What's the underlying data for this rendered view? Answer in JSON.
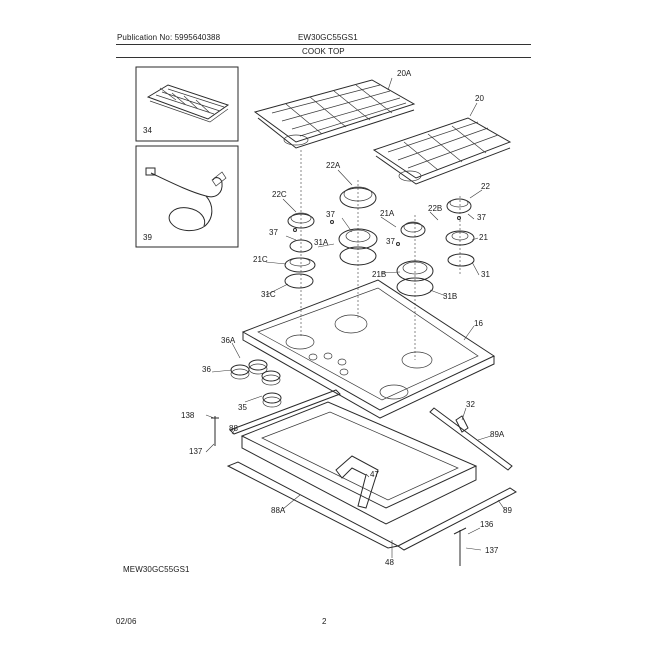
{
  "header": {
    "publication": "Publication No: 5995640388",
    "model": "EW30GC55GS1",
    "section": "COOK TOP"
  },
  "footer": {
    "model_code": "MEW30GC55GS1",
    "date": "02/06",
    "page": "2"
  },
  "callouts": {
    "c34": "34",
    "c39": "39",
    "c20a": "20A",
    "c20": "20",
    "c22a": "22A",
    "c22c": "22C",
    "c22": "22",
    "c37a": "37",
    "c37b": "37",
    "c37c": "37",
    "c37d": "37",
    "c21a": "21A",
    "c22b": "22B",
    "c21": "21",
    "c31a": "31A",
    "c21c": "21C",
    "c21b": "21B",
    "c31": "31",
    "c31c": "31C",
    "c31b": "31B",
    "c16": "16",
    "c36a": "36A",
    "c36": "36",
    "c35": "35",
    "c138": "138",
    "c88a": "88",
    "c137": "137",
    "c32": "32",
    "c89a": "89A",
    "c47": "47",
    "c88b": "88A",
    "c89": "89",
    "c136": "136",
    "c137b": "137",
    "c48": "48"
  }
}
